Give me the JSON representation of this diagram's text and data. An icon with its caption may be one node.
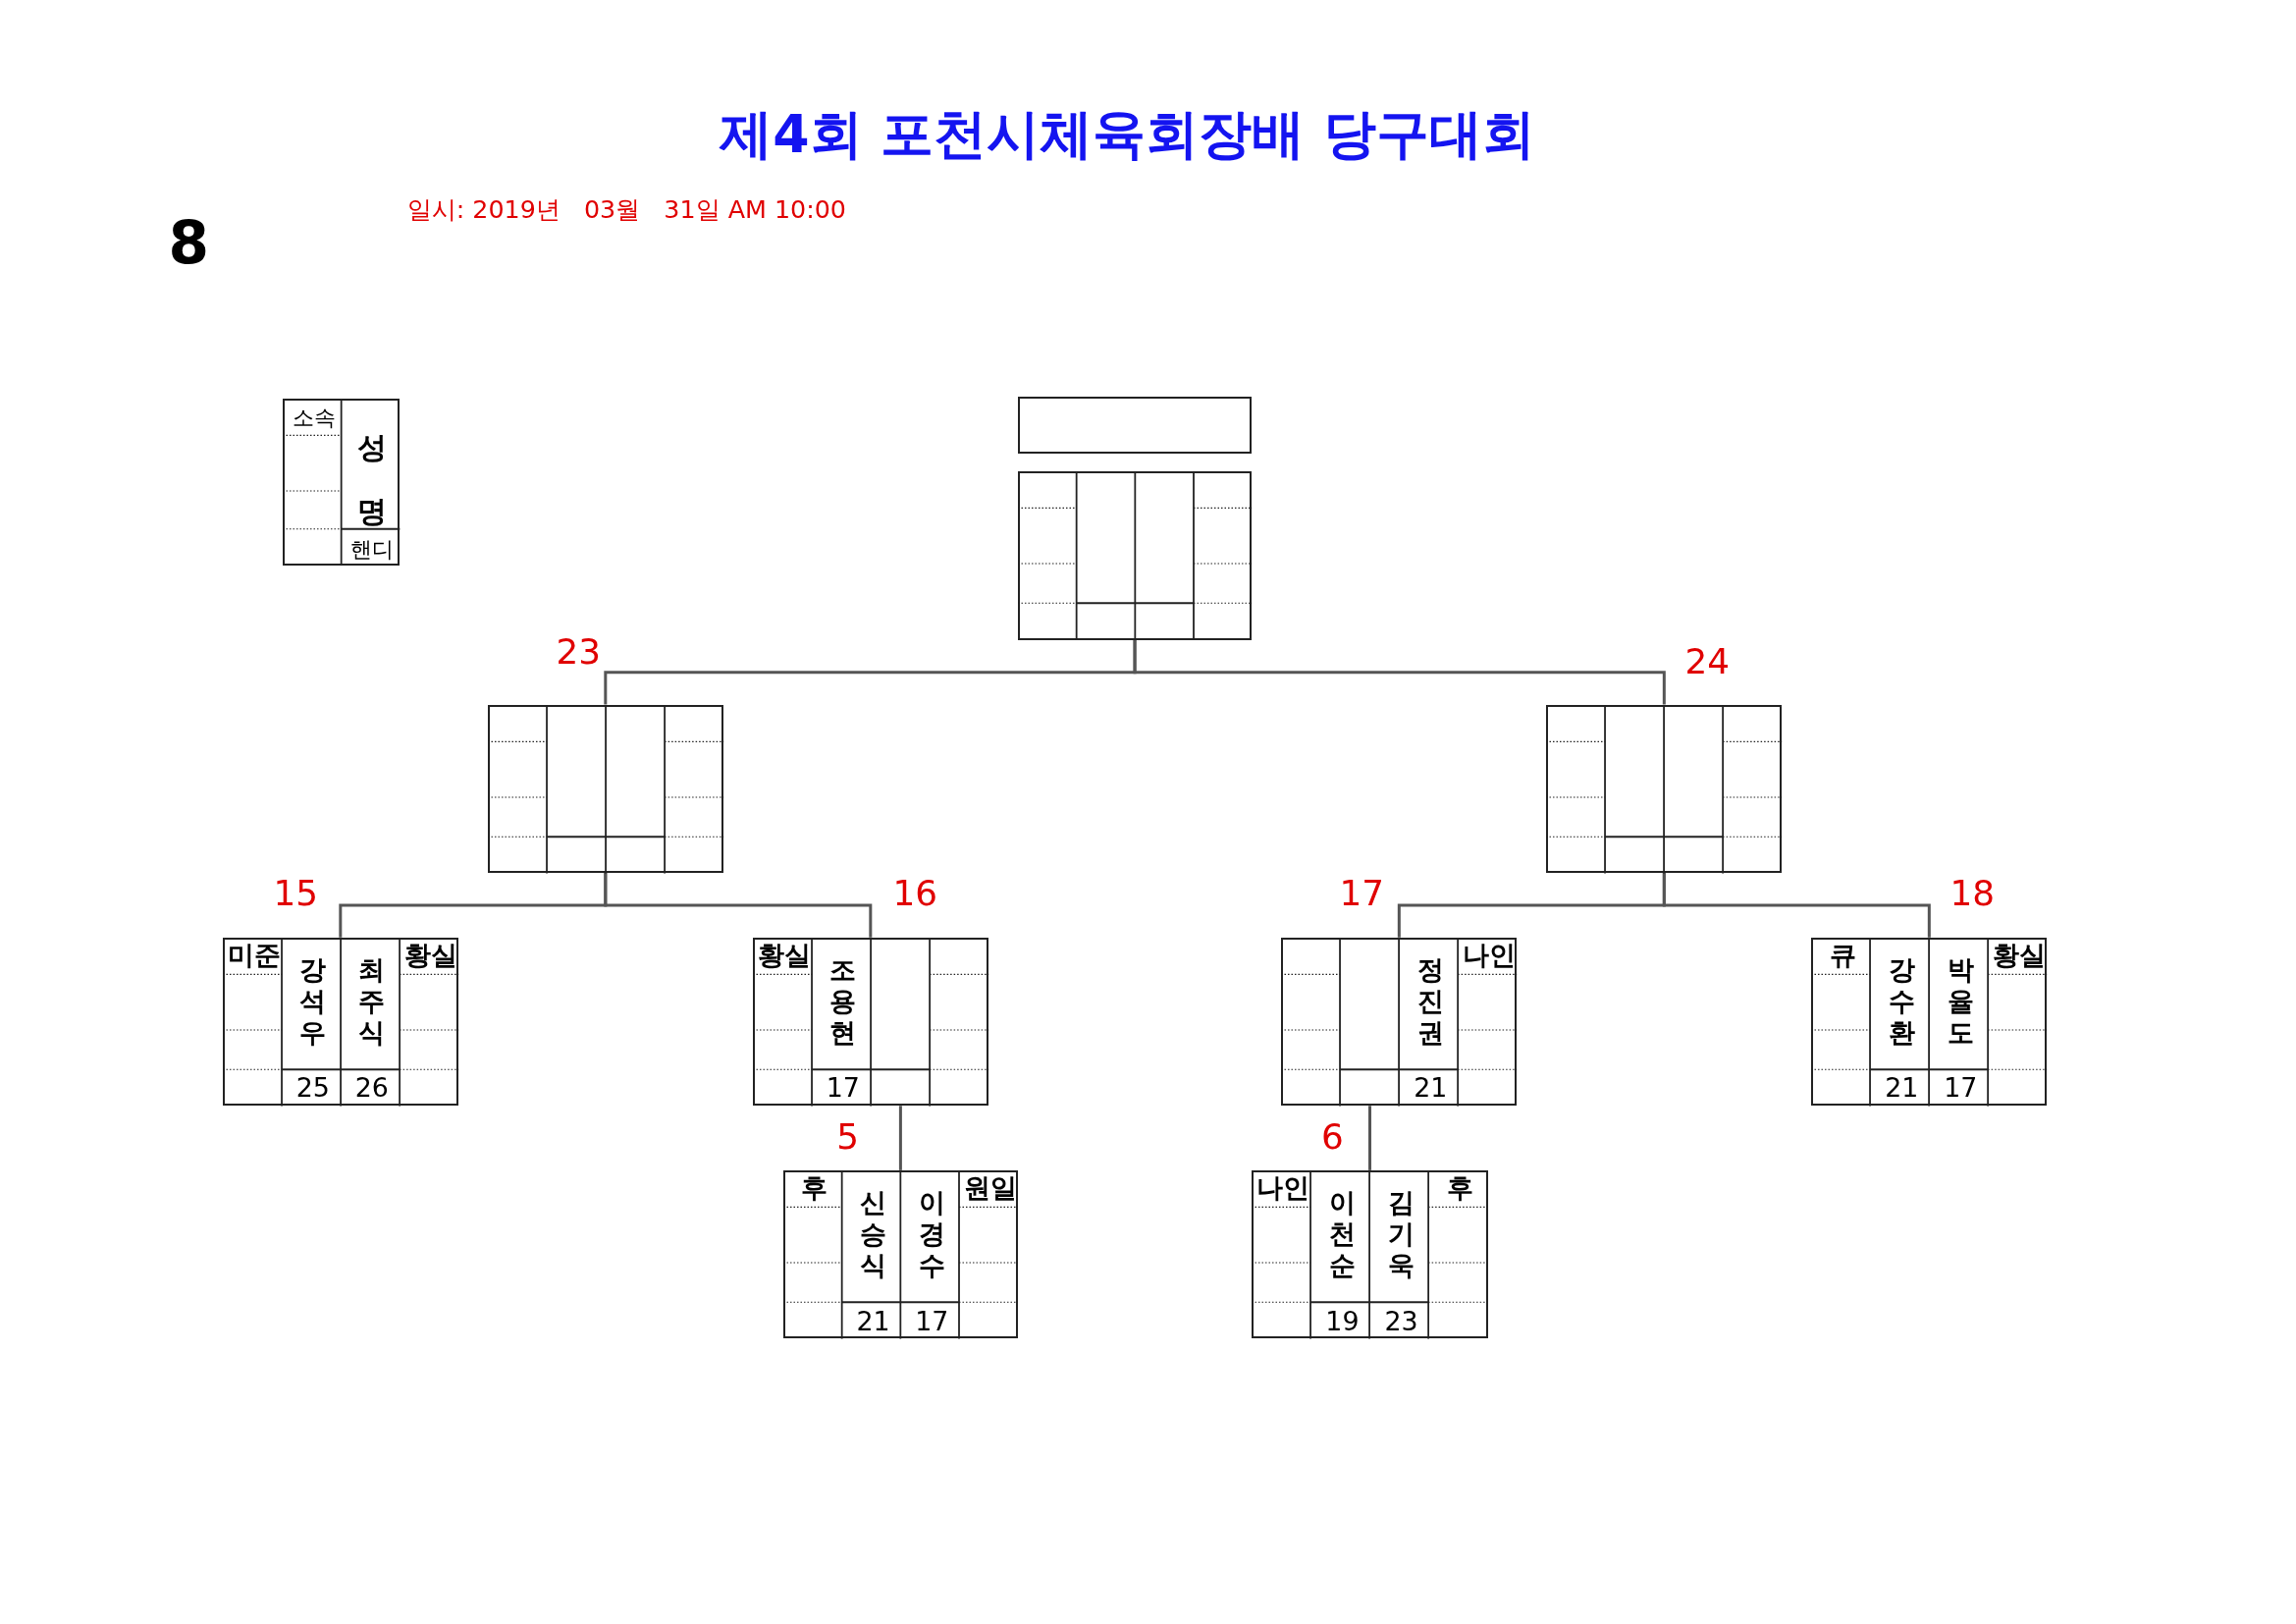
{
  "diagram": {
    "title": "제4회 포천시체육회장배 당구대회",
    "nodes": [
      {
        "text": [
          "소속",
          "성명",
          "핸디"
        ]
      },
      {
        "text": [],
        "shape": "box"
      },
      {
        "text": [],
        "shape": "box"
      },
      {
        "text": [],
        "shape": "box",
        "beside": [
          "23"
        ]
      },
      {
        "text": [],
        "shape": "box",
        "beside": [
          "24"
        ]
      },
      {
        "text": [
          "미준",
          "강석우",
          "최주식",
          "황실",
          "25",
          "26"
        ],
        "beside": [
          "15"
        ]
      },
      {
        "text": [
          "황실",
          "조용현",
          "17"
        ],
        "beside": [
          "16"
        ]
      },
      {
        "text": [
          "정진권",
          "나인",
          "21"
        ],
        "beside": [
          "17"
        ]
      },
      {
        "text": [
          "큐",
          "강수환",
          "박율도",
          "황실",
          "21",
          "17"
        ],
        "beside": [
          "18"
        ]
      },
      {
        "text": [
          "후",
          "신승식",
          "이경수",
          "원일",
          "21",
          "17"
        ],
        "beside": [
          "5"
        ]
      },
      {
        "text": [
          "나인",
          "이천순",
          "김기욱",
          "후",
          "19",
          "23"
        ],
        "beside": [
          "6"
        ]
      }
    ],
    "edges": [
      {
        "from": 3,
        "to": 2,
        "arrow": "none"
      },
      {
        "from": 4,
        "to": 2,
        "arrow": "none"
      },
      {
        "from": 5,
        "to": 3,
        "arrow": "none"
      },
      {
        "from": 6,
        "to": 3,
        "arrow": "none"
      },
      {
        "from": 7,
        "to": 4,
        "arrow": "none"
      },
      {
        "from": 8,
        "to": 4,
        "arrow": "none"
      },
      {
        "from": 9,
        "to": 6,
        "arrow": "none"
      },
      {
        "from": 10,
        "to": 7,
        "arrow": "none"
      }
    ],
    "labels": [
      "8",
      "일시: 2019년   03월   31일 AM 10:00"
    ]
  }
}
